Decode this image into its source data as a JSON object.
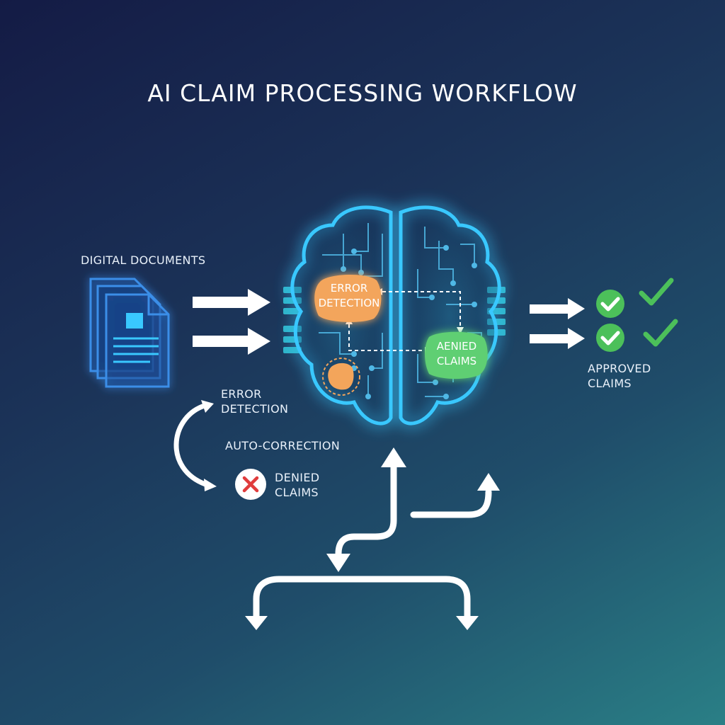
{
  "title": "AI CLAIM PROCESSING WORKFLOW",
  "labels": {
    "digital_documents": "DIGITAL DOCUMENTS",
    "approved_claims_line1": "APPROVED",
    "approved_claims_line2": "CLAIMS",
    "loop_error_line1": "ERROR",
    "loop_error_line2": "DETECTION",
    "auto_correction": "AUTO-CORRECTION",
    "denied_line1": "DENIED",
    "denied_line2": "CLAIMS"
  },
  "brain_tags": {
    "error_line1": "ERROR",
    "error_line2": "DETECTION",
    "aenied_line1": "AENIED",
    "aenied_line2": "CLAIMS"
  },
  "colors": {
    "brain_glow": "#39c8ff",
    "circuit": "#4fb8e6",
    "error_tag": "#f3a55b",
    "aenied_tag": "#5fcf73",
    "check": "#4cc05a",
    "deny": "#e03c3c",
    "document": "#3a8ee8"
  },
  "icons": [
    "document-stack-icon",
    "brain-circuit-icon",
    "check-circle-icon",
    "checkmark-icon",
    "x-circle-icon"
  ]
}
